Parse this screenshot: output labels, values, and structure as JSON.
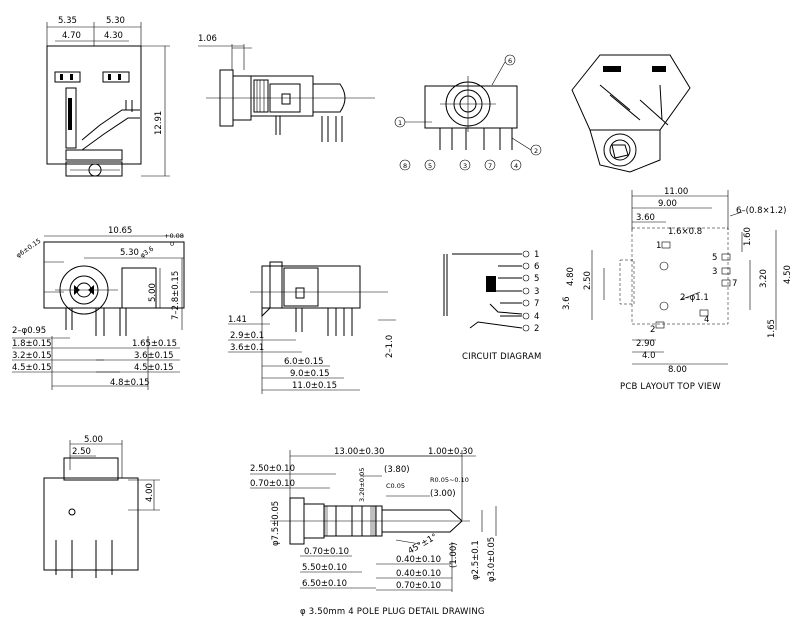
{
  "top_view": {
    "dims": [
      "5.35",
      "5.30",
      "4.70",
      "4.30",
      "12.91"
    ]
  },
  "side_view": {
    "dims": [
      "1.06"
    ]
  },
  "front_view": {
    "pins": [
      "1",
      "2",
      "3",
      "4",
      "5",
      "6",
      "7",
      "8"
    ]
  },
  "main_view": {
    "dims": [
      "10.65",
      "5.30",
      "φ6±0.15",
      "φ3.6",
      "5.00",
      "7–2.8±0.15",
      "2–φ0.95",
      "1.8±0.15",
      "3.2±0.15",
      "4.5±0.15",
      "1.65±0.15",
      "3.6±0.15",
      "4.5±0.15",
      "4.8±0.15"
    ],
    "tol_sup": "+0.08",
    "tol_sub": "0"
  },
  "right_view": {
    "dims": [
      "1.41",
      "2.9±0.1",
      "3.6±0.1",
      "6.0±0.15",
      "9.0±0.15",
      "11.0±0.15",
      "2–1.0"
    ]
  },
  "circuit": {
    "pins": [
      "1",
      "6",
      "5",
      "3",
      "7",
      "4",
      "2"
    ],
    "caption": "CIRCUIT DIAGRAM"
  },
  "pcb": {
    "dims": [
      "11.00",
      "9.00",
      "3.60",
      "1.6×0.8",
      "6–(0.8×1.2)",
      "1.60",
      "4.80",
      "2.50",
      "3.20",
      "4.50",
      "3.6",
      "2–φ1.1",
      "2.90",
      "4.0",
      "8.00",
      "1.65"
    ],
    "pads": [
      "1",
      "5",
      "3",
      "7",
      "2",
      "4"
    ],
    "caption": "PCB LAYOUT TOP VIEW"
  },
  "bottom_view": {
    "dims": [
      "5.00",
      "2.50",
      "4.00"
    ]
  },
  "plug": {
    "dims": [
      "13.00±0.30",
      "1.00±0.30",
      "2.50±0.10",
      "(3.80)",
      "0.70±0.10",
      "3.20±0.05",
      "C0.05",
      "R0.05~0.10",
      "(3.00)",
      "φ7.5±0.05",
      "0.70±0.10",
      "45°±1°",
      "(1.00)",
      "φ2.5±0.1",
      "φ3.0±0.05",
      "5.50±0.10",
      "0.40±0.10",
      "0.40±0.10",
      "6.50±0.10",
      "0.70±0.10"
    ],
    "caption": "φ 3.50mm 4 POLE PLUG DETAIL DRAWING"
  }
}
